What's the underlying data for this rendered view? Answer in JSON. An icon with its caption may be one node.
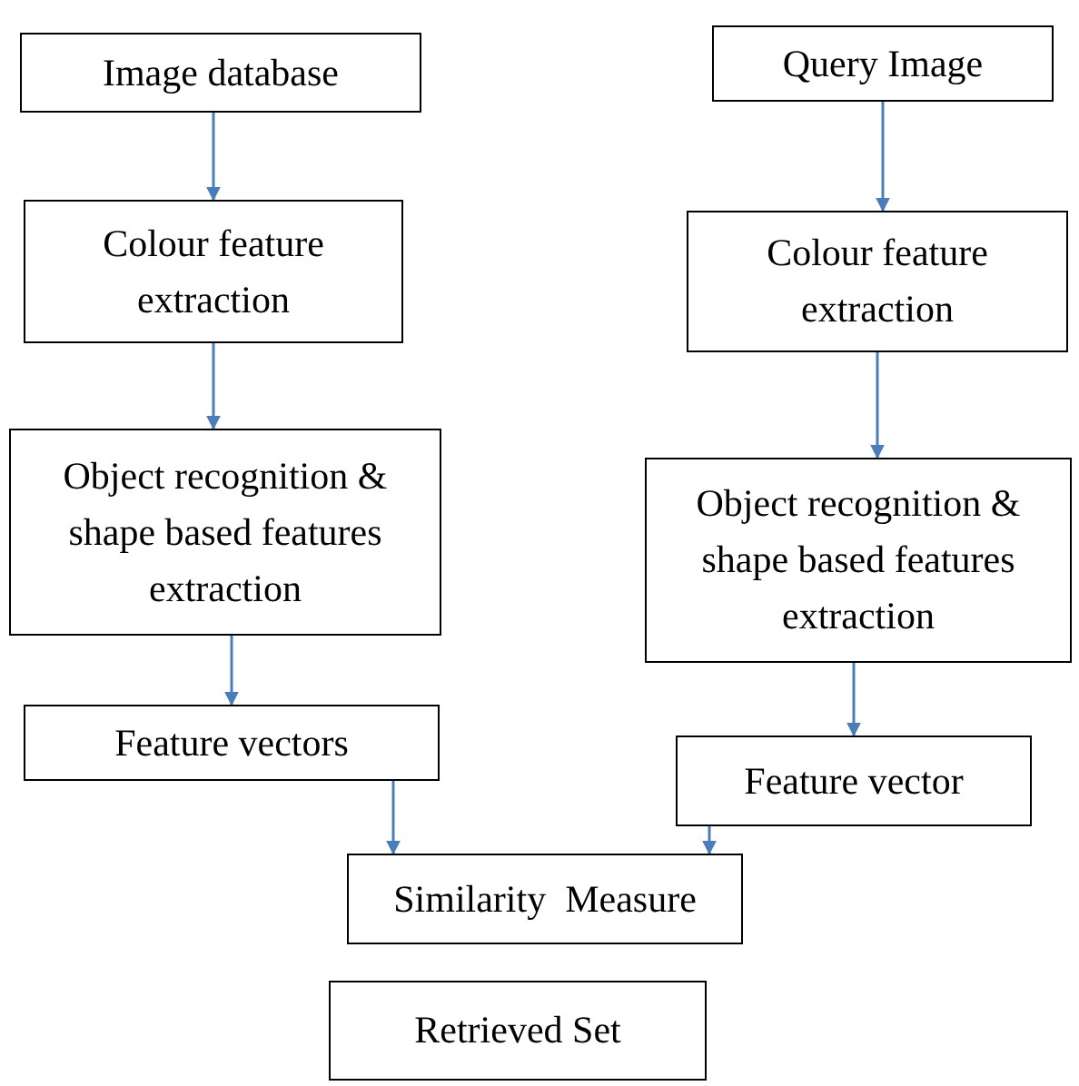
{
  "diagram": {
    "nodes": [
      {
        "text": [
          "Image database"
        ]
      },
      {
        "text": [
          "Colour feature extraction"
        ]
      },
      {
        "text": [
          "Object recognition & shape based features extraction"
        ]
      },
      {
        "text": [
          "Feature vectors"
        ]
      },
      {
        "text": [
          "Query Image"
        ]
      },
      {
        "text": [
          "Colour feature extraction"
        ]
      },
      {
        "text": [
          "Object recognition & shape based features extraction"
        ]
      },
      {
        "text": [
          "Feature vector"
        ]
      },
      {
        "text": [
          "Similarity  Measure"
        ]
      },
      {
        "text": [
          "Retrieved Set"
        ]
      }
    ],
    "edges": [
      {
        "from": 0,
        "to": 1,
        "arrow": "to"
      },
      {
        "from": 1,
        "to": 2,
        "arrow": "to"
      },
      {
        "from": 2,
        "to": 3,
        "arrow": "to"
      },
      {
        "from": 4,
        "to": 5,
        "arrow": "to"
      },
      {
        "from": 5,
        "to": 6,
        "arrow": "to"
      },
      {
        "from": 6,
        "to": 7,
        "arrow": "to"
      },
      {
        "from": 3,
        "to": 8,
        "arrow": "to"
      },
      {
        "from": 7,
        "to": 8,
        "arrow": "to"
      }
    ]
  }
}
